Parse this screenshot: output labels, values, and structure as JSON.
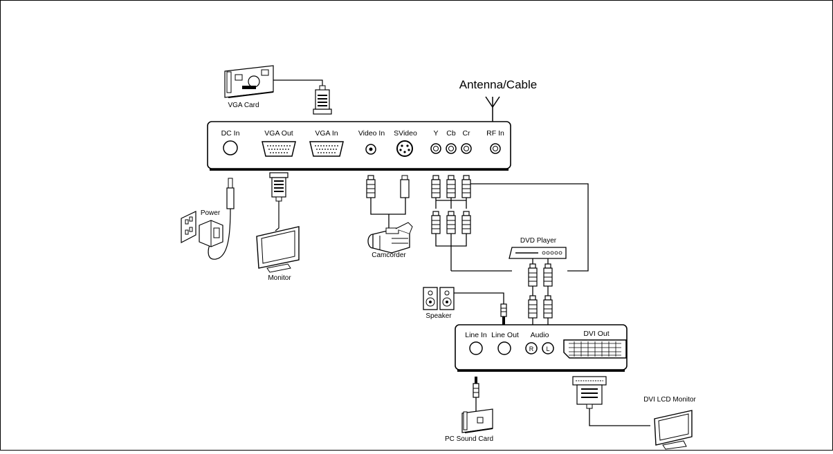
{
  "diagram": {
    "antenna_label": "Antenna/Cable",
    "main_box": {
      "ports": [
        "DC In",
        "VGA Out",
        "VGA In",
        "Video In",
        "SVideo",
        "Y",
        "Cb",
        "Cr",
        "RF In"
      ]
    },
    "second_box": {
      "ports": [
        "Line In",
        "Line Out",
        "Audio",
        "DVI Out"
      ],
      "audio_channels": [
        "R",
        "L"
      ]
    },
    "devices": {
      "vga_card": "VGA Card",
      "power": "Power",
      "monitor": "Monitor",
      "camcorder": "Camcorder",
      "dvd_player": "DVD Player",
      "speaker": "Speaker",
      "pc_sound_card": "PC Sound Card",
      "dvi_lcd_monitor": "DVI LCD Monitor"
    }
  }
}
